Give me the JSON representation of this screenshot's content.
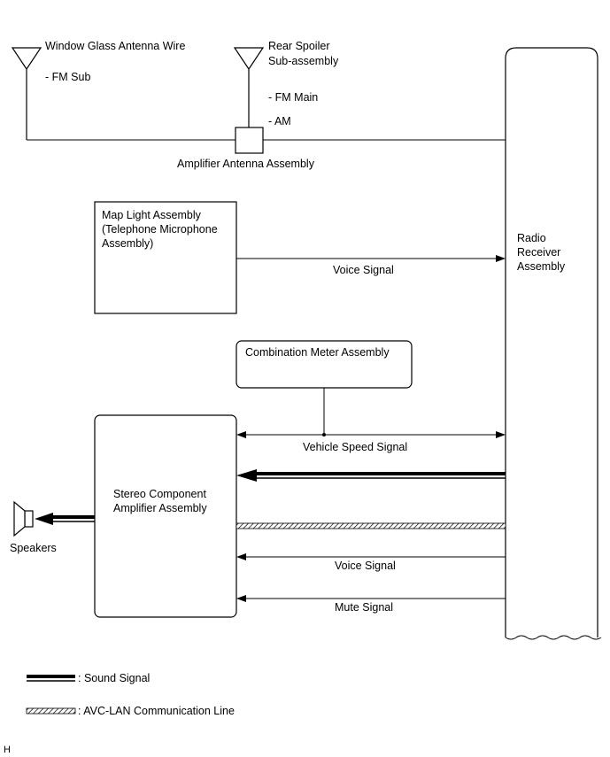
{
  "antennas": {
    "window_glass": {
      "name": "Window Glass Antenna Wire",
      "band": "- FM Sub"
    },
    "rear_spoiler": {
      "name_line1": "Rear Spoiler",
      "name_line2": "Sub-assembly",
      "band_main": "- FM Main",
      "band_am": "- AM"
    }
  },
  "components": {
    "amplifier_antenna": "Amplifier Antenna Assembly",
    "map_light_line1": "Map Light Assembly",
    "map_light_line2": "(Telephone Microphone",
    "map_light_line3": "Assembly)",
    "combination_meter": "Combination Meter Assembly",
    "stereo_amp_line1": "Stereo Component",
    "stereo_amp_line2": "Amplifier Assembly",
    "radio_receiver_line1": "Radio",
    "radio_receiver_line2": "Receiver",
    "radio_receiver_line3": "Assembly",
    "speakers": "Speakers"
  },
  "signals": {
    "voice_signal_upper": "Voice Signal",
    "vehicle_speed": "Vehicle Speed Signal",
    "voice_signal_lower": "Voice Signal",
    "mute_signal": "Mute Signal"
  },
  "legend": {
    "sound_signal": ": Sound Signal",
    "avc_lan": ": AVC-LAN Communication Line"
  },
  "footer_code": "H"
}
